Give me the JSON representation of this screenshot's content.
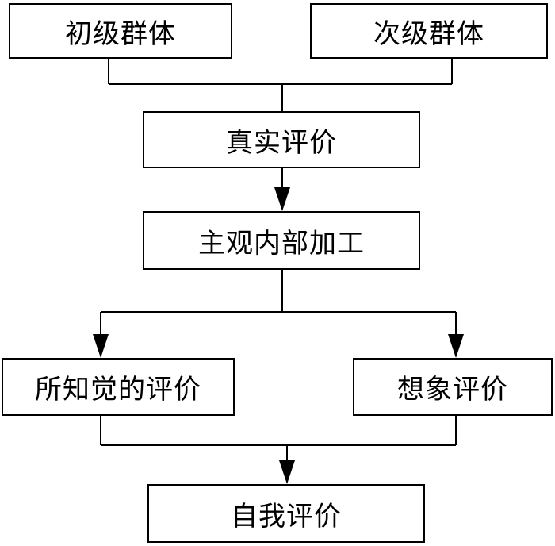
{
  "diagram": {
    "nodes": {
      "primary_group": "初级群体",
      "secondary_group": "次级群体",
      "real_evaluation": "真实评价",
      "subjective_processing": "主观内部加工",
      "perceived_evaluation": "所知觉的评价",
      "imagined_evaluation": "想象评价",
      "self_evaluation": "自我评价"
    },
    "edges": [
      {
        "from": "primary_group",
        "to": "real_evaluation"
      },
      {
        "from": "secondary_group",
        "to": "real_evaluation"
      },
      {
        "from": "real_evaluation",
        "to": "subjective_processing"
      },
      {
        "from": "subjective_processing",
        "to": "perceived_evaluation"
      },
      {
        "from": "subjective_processing",
        "to": "imagined_evaluation"
      },
      {
        "from": "perceived_evaluation",
        "to": "self_evaluation"
      },
      {
        "from": "imagined_evaluation",
        "to": "self_evaluation"
      }
    ],
    "colors": {
      "line": "#000000",
      "box_fill": "#ffffff",
      "text": "#000000"
    }
  }
}
